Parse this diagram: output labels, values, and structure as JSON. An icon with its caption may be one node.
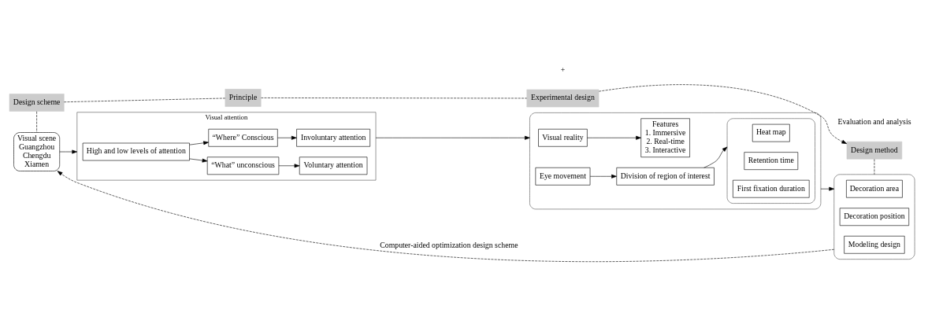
{
  "diagram": {
    "nodes": [
      {
        "text": [
          "Design scheme"
        ]
      },
      {
        "text": [
          "Principle"
        ]
      },
      {
        "text": [
          "Experimental design"
        ]
      },
      {
        "text": [
          "Design method"
        ]
      },
      {
        "text": [
          "Visual scene",
          "Guangzhou",
          "Chengdu",
          "Xiamen"
        ]
      },
      {
        "text": [
          "Visual attention"
        ]
      },
      {
        "text": [
          "High and low levels of attention"
        ],
        "in": 5
      },
      {
        "text": [
          "“What” unconscious"
        ],
        "in": 5
      },
      {
        "text": [
          "Voluntary attention"
        ],
        "in": 5
      },
      {
        "text": [
          "“Where” Conscious"
        ],
        "in": 5
      },
      {
        "text": [
          "Involuntary attention"
        ],
        "in": 5
      },
      {
        "text": [],
        "shape": "box"
      },
      {
        "text": [
          "Visual reality"
        ],
        "in": 11
      },
      {
        "text": [
          "Eye movement"
        ],
        "in": 11
      },
      {
        "text": [
          "Features",
          "1. Immersive",
          "2. Real-time",
          "3. Interactive"
        ],
        "in": 11
      },
      {
        "text": [
          "Division of region of interest"
        ],
        "in": 11
      },
      {
        "text": [],
        "shape": "box",
        "in": 11
      },
      {
        "text": [
          "Heat map"
        ],
        "in": 16
      },
      {
        "text": [
          "Retention time"
        ],
        "in": 16
      },
      {
        "text": [
          "First fixation duration"
        ],
        "in": 16
      },
      {
        "text": [],
        "shape": "box"
      },
      {
        "text": [
          "Decoration area"
        ],
        "in": 20
      },
      {
        "text": [
          "Decoration position"
        ],
        "in": 20
      },
      {
        "text": [
          "Modeling design"
        ],
        "in": 20
      }
    ],
    "edges": [
      {
        "from": 0,
        "to": 1,
        "arrow": "none",
        "style": "dashed"
      },
      {
        "from": 1,
        "to": 2,
        "arrow": "none",
        "style": "dashed"
      },
      {
        "from": 2,
        "to": 3,
        "arrow": "to",
        "style": "dashed"
      },
      {
        "from": 0,
        "to": 4,
        "arrow": "none",
        "style": "dashed"
      },
      {
        "from": 3,
        "to": 20,
        "arrow": "none",
        "style": "dashed"
      },
      {
        "from": 4,
        "to": 5,
        "arrow": "to"
      },
      {
        "from": 6,
        "to": 7,
        "arrow": "to"
      },
      {
        "from": 6,
        "to": 9,
        "arrow": "to"
      },
      {
        "from": 7,
        "to": 8,
        "arrow": "to"
      },
      {
        "from": 9,
        "to": 10,
        "arrow": "to"
      },
      {
        "from": 5,
        "to": 11,
        "arrow": "to"
      },
      {
        "from": 12,
        "to": 14,
        "arrow": "to"
      },
      {
        "from": 13,
        "to": 15,
        "arrow": "to"
      },
      {
        "from": 15,
        "to": 16,
        "arrow": "to"
      },
      {
        "from": 11,
        "to": 20,
        "arrow": "to"
      },
      {
        "from": 20,
        "to": 4,
        "arrow": "to",
        "style": "dashed",
        "label": "Computer-aided optimization design scheme"
      }
    ],
    "labels": [
      "Evaluation and analysis",
      "+"
    ]
  }
}
